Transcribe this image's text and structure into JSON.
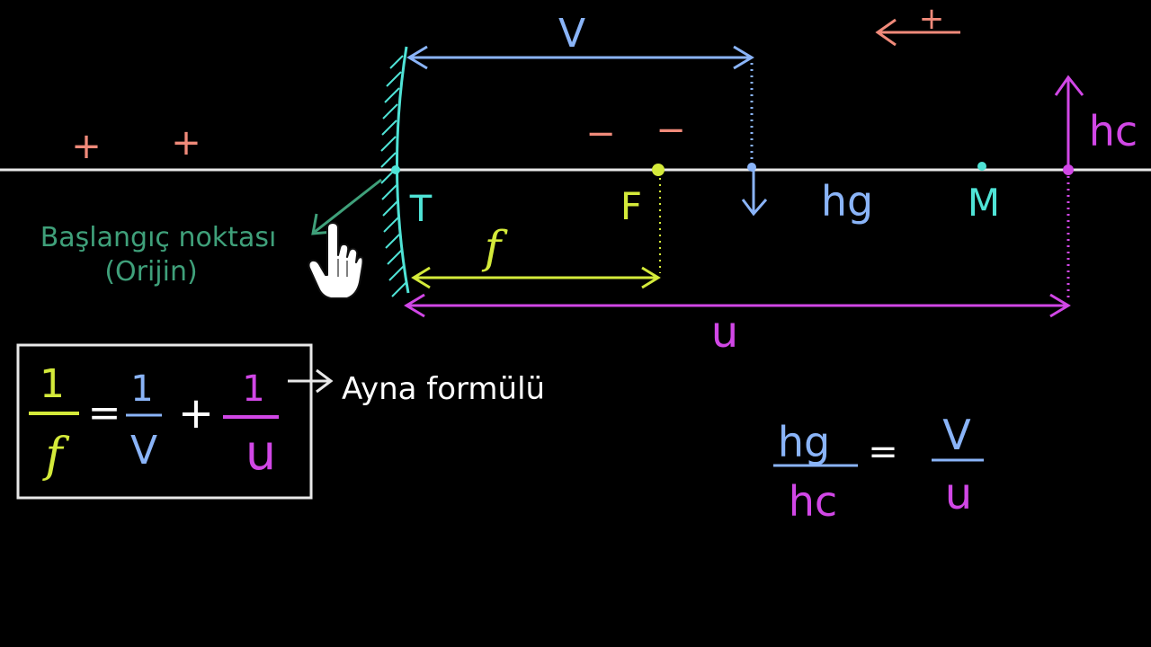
{
  "labels": {
    "v": "V",
    "sign_plus_1": "+",
    "sign_plus_2": "+",
    "sign_minus_1": "−",
    "sign_minus_2": "−",
    "arrow_plus_sign": "+",
    "hc": "hc",
    "T": "T",
    "F": "F",
    "hg": "hg",
    "M": "M",
    "origin_line1": "Başlangıç noktası",
    "origin_line2": "(Orijin)",
    "f": "f",
    "u": "u",
    "mirror_formula": "Ayna formülü"
  },
  "formula": {
    "lhs_num": "1",
    "lhs_den": "f",
    "eq": "=",
    "t1_num": "1",
    "t1_den": "V",
    "plus": "+",
    "t2_num": "1",
    "t2_den": "u"
  },
  "magnification": {
    "num_left": "hg",
    "den_left": "hc",
    "eq": "=",
    "num_right": "V",
    "den_right": "u"
  },
  "colors": {
    "background": "#000000",
    "axis": "#ffffff",
    "mirror": "#4fe3d6",
    "v_blue": "#8ab4f8",
    "focal_yellow": "#d4ea3a",
    "u_magenta": "#d147e6",
    "sign_salmon": "#f08a7a",
    "origin_green": "#3fa07a"
  },
  "icons": {
    "cursor": "hand-pointer-icon"
  }
}
